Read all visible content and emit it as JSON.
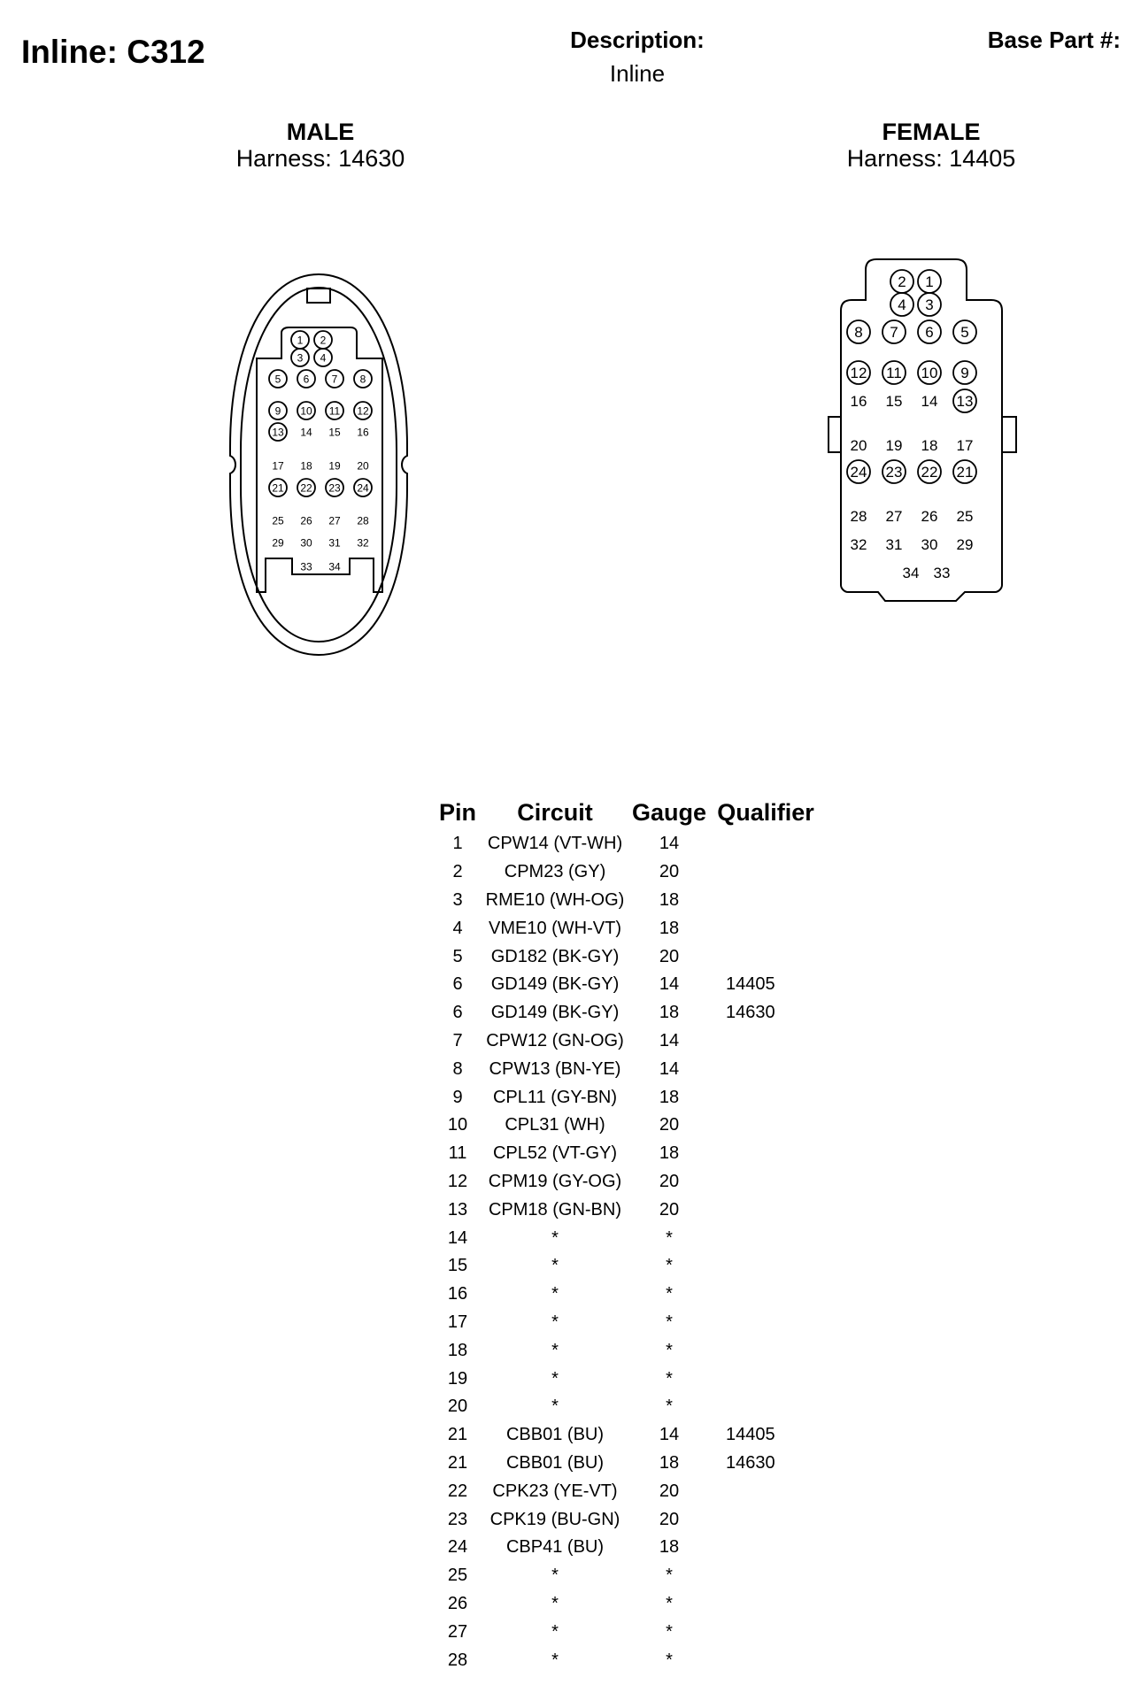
{
  "header": {
    "title": "Inline: C312",
    "description_label": "Description:",
    "description_value": "Inline",
    "base_part_label": "Base Part #:"
  },
  "male": {
    "label": "MALE",
    "harness": "Harness: 14630",
    "pins": [
      {
        "n": "1",
        "circled": true
      },
      {
        "n": "2",
        "circled": true
      },
      {
        "n": "3",
        "circled": true
      },
      {
        "n": "4",
        "circled": true
      },
      {
        "n": "5",
        "circled": true
      },
      {
        "n": "6",
        "circled": true
      },
      {
        "n": "7",
        "circled": true
      },
      {
        "n": "8",
        "circled": true
      },
      {
        "n": "9",
        "circled": true
      },
      {
        "n": "10",
        "circled": true
      },
      {
        "n": "11",
        "circled": true
      },
      {
        "n": "12",
        "circled": true
      },
      {
        "n": "13",
        "circled": true
      },
      {
        "n": "14",
        "circled": false
      },
      {
        "n": "15",
        "circled": false
      },
      {
        "n": "16",
        "circled": false
      },
      {
        "n": "17",
        "circled": false
      },
      {
        "n": "18",
        "circled": false
      },
      {
        "n": "19",
        "circled": false
      },
      {
        "n": "20",
        "circled": false
      },
      {
        "n": "21",
        "circled": true
      },
      {
        "n": "22",
        "circled": true
      },
      {
        "n": "23",
        "circled": true
      },
      {
        "n": "24",
        "circled": true
      },
      {
        "n": "25",
        "circled": false
      },
      {
        "n": "26",
        "circled": false
      },
      {
        "n": "27",
        "circled": false
      },
      {
        "n": "28",
        "circled": false
      },
      {
        "n": "29",
        "circled": false
      },
      {
        "n": "30",
        "circled": false
      },
      {
        "n": "31",
        "circled": false
      },
      {
        "n": "32",
        "circled": false
      },
      {
        "n": "33",
        "circled": false
      },
      {
        "n": "34",
        "circled": false
      }
    ]
  },
  "female": {
    "label": "FEMALE",
    "harness": "Harness: 14405",
    "pins": [
      {
        "n": "2",
        "circled": true
      },
      {
        "n": "1",
        "circled": true
      },
      {
        "n": "4",
        "circled": true
      },
      {
        "n": "3",
        "circled": true
      },
      {
        "n": "8",
        "circled": true
      },
      {
        "n": "7",
        "circled": true
      },
      {
        "n": "6",
        "circled": true
      },
      {
        "n": "5",
        "circled": true
      },
      {
        "n": "12",
        "circled": true
      },
      {
        "n": "11",
        "circled": true
      },
      {
        "n": "10",
        "circled": true
      },
      {
        "n": "9",
        "circled": true
      },
      {
        "n": "16",
        "circled": false
      },
      {
        "n": "15",
        "circled": false
      },
      {
        "n": "14",
        "circled": false
      },
      {
        "n": "13",
        "circled": true
      },
      {
        "n": "20",
        "circled": false
      },
      {
        "n": "19",
        "circled": false
      },
      {
        "n": "18",
        "circled": false
      },
      {
        "n": "17",
        "circled": false
      },
      {
        "n": "24",
        "circled": true
      },
      {
        "n": "23",
        "circled": true
      },
      {
        "n": "22",
        "circled": true
      },
      {
        "n": "21",
        "circled": true
      },
      {
        "n": "28",
        "circled": false
      },
      {
        "n": "27",
        "circled": false
      },
      {
        "n": "26",
        "circled": false
      },
      {
        "n": "25",
        "circled": false
      },
      {
        "n": "32",
        "circled": false
      },
      {
        "n": "31",
        "circled": false
      },
      {
        "n": "30",
        "circled": false
      },
      {
        "n": "29",
        "circled": false
      },
      {
        "n": "34",
        "circled": false
      },
      {
        "n": "33",
        "circled": false
      }
    ]
  },
  "table": {
    "headers": [
      "Pin",
      "Circuit",
      "Gauge",
      "Qualifier"
    ],
    "rows": [
      [
        "1",
        "CPW14 (VT-WH)",
        "14",
        ""
      ],
      [
        "2",
        "CPM23 (GY)",
        "20",
        ""
      ],
      [
        "3",
        "RME10 (WH-OG)",
        "18",
        ""
      ],
      [
        "4",
        "VME10 (WH-VT)",
        "18",
        ""
      ],
      [
        "5",
        "GD182 (BK-GY)",
        "20",
        ""
      ],
      [
        "6",
        "GD149 (BK-GY)",
        "14",
        "14405"
      ],
      [
        "6",
        "GD149 (BK-GY)",
        "18",
        "14630"
      ],
      [
        "7",
        "CPW12 (GN-OG)",
        "14",
        ""
      ],
      [
        "8",
        "CPW13 (BN-YE)",
        "14",
        ""
      ],
      [
        "9",
        "CPL11 (GY-BN)",
        "18",
        ""
      ],
      [
        "10",
        "CPL31 (WH)",
        "20",
        ""
      ],
      [
        "11",
        "CPL52 (VT-GY)",
        "18",
        ""
      ],
      [
        "12",
        "CPM19 (GY-OG)",
        "20",
        ""
      ],
      [
        "13",
        "CPM18 (GN-BN)",
        "20",
        ""
      ],
      [
        "14",
        "*",
        "*",
        ""
      ],
      [
        "15",
        "*",
        "*",
        ""
      ],
      [
        "16",
        "*",
        "*",
        ""
      ],
      [
        "17",
        "*",
        "*",
        ""
      ],
      [
        "18",
        "*",
        "*",
        ""
      ],
      [
        "19",
        "*",
        "*",
        ""
      ],
      [
        "20",
        "*",
        "*",
        ""
      ],
      [
        "21",
        "CBB01 (BU)",
        "14",
        "14405"
      ],
      [
        "21",
        "CBB01 (BU)",
        "18",
        "14630"
      ],
      [
        "22",
        "CPK23 (YE-VT)",
        "20",
        ""
      ],
      [
        "23",
        "CPK19 (BU-GN)",
        "20",
        ""
      ],
      [
        "24",
        "CBP41 (BU)",
        "18",
        ""
      ],
      [
        "25",
        "*",
        "*",
        ""
      ],
      [
        "26",
        "*",
        "*",
        ""
      ],
      [
        "27",
        "*",
        "*",
        ""
      ],
      [
        "28",
        "*",
        "*",
        ""
      ]
    ]
  }
}
